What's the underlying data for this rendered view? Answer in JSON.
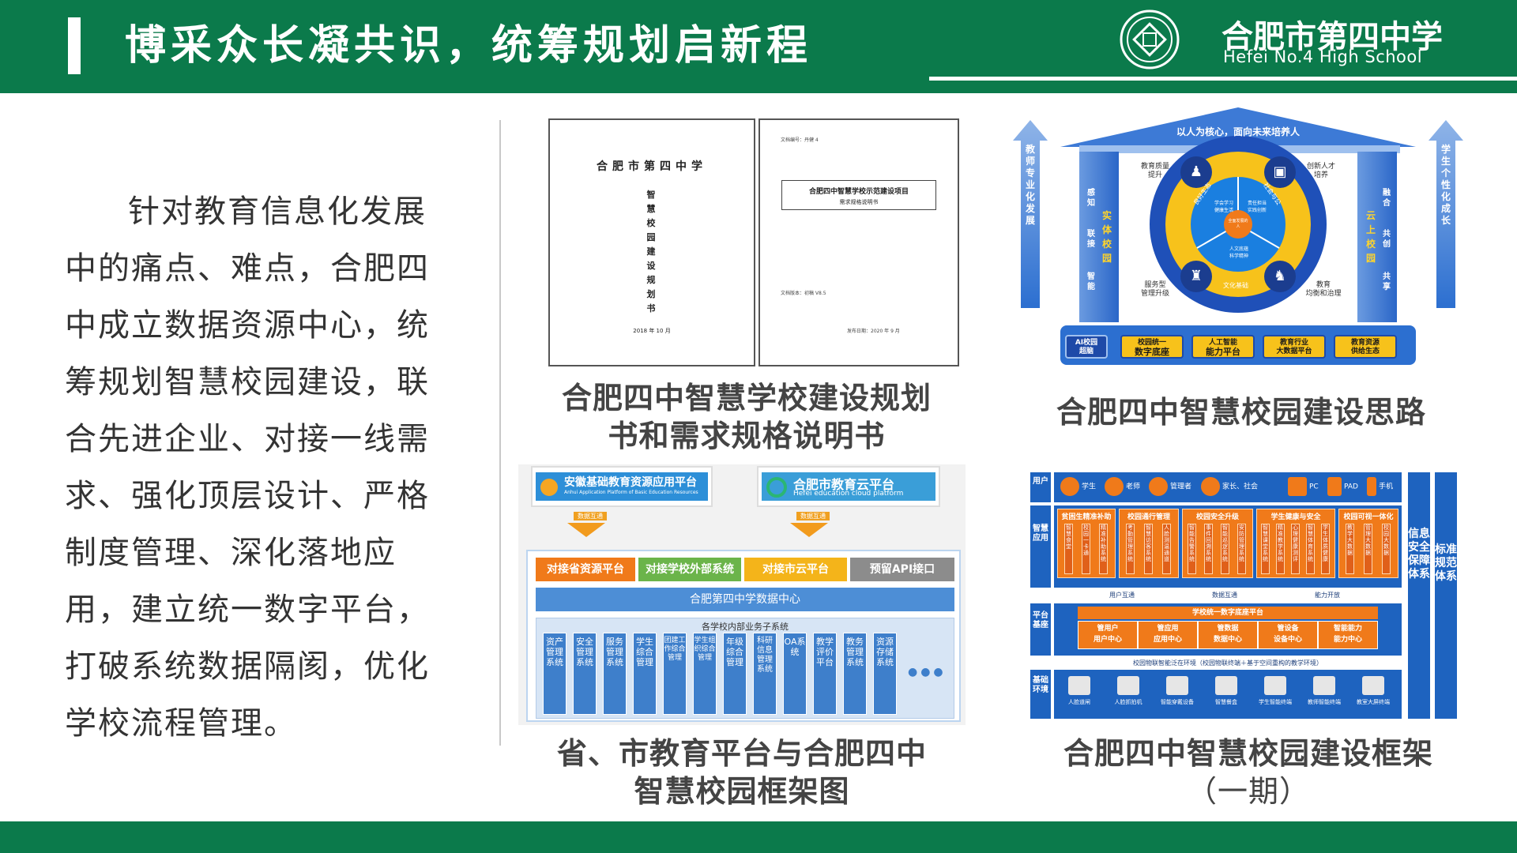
{
  "header": {
    "title": "博采众长凝共识，统筹规划启新程",
    "school_cn": "合肥市第四中学",
    "school_en": "Hefei No.4 High School"
  },
  "intro": "针对教育信息化发展中的痛点、难点，合肥四中成立数据资源中心，统筹规划智慧校园建设，联合先进企业、对接一线需求、强化顶层设计、严格制度管理、深化落地应用，建立统一数字平台，打破系统数据隔阂，优化学校流程管理。",
  "panels": {
    "docs": {
      "caption_line1": "合肥四中智慧学校建设规划",
      "caption_line2": "书和需求规格说明书",
      "doc1_head": "合肥市第四中学",
      "doc1_vertical": "智慧校园建设规划书",
      "doc1_date": "2018 年 10 月",
      "doc2_top": "文档编号：丹健 4",
      "doc2_title": "合肥四中智慧学校示范建设项目",
      "doc2_subtitle": "需求规格说明书",
      "doc2_version": "文档版本：初稿  V8.5",
      "doc2_date": "发布日期：2020 年 9 月"
    },
    "house": {
      "caption": "合肥四中智慧校园建设思路",
      "roof": "以人为核心，面向未来培养人",
      "left_arrow": "教师专业化发展",
      "right_arrow": "学生个性化成长",
      "left_pillar_1": "感知",
      "left_pillar_2": "联接",
      "left_pillar_3": "智能",
      "left_gold": "实体校园",
      "right_pillar_1": "融合",
      "right_pillar_2": "共创",
      "right_pillar_3": "共享",
      "right_gold": "云上校园",
      "corner_tl": "教育质量\n提升",
      "corner_tr": "创新人才\n培养",
      "corner_bl": "服务型\n管理升级",
      "corner_br": "教育\n均衡和治理",
      "ring_left": "良好生态",
      "ring_right": "社会与公",
      "ring_bottom": "文化基础",
      "seg1": "学会学习\n健康生活",
      "seg2": "责任担当\n实践创新",
      "seg3": "人文底蕴\n科学精神",
      "core": "全面发展的人",
      "base_0": "AI校园\n超脑",
      "base_1a": "校园统一",
      "base_1b": "数字底座",
      "base_2a": "人工智能",
      "base_2b": "能力平台",
      "base_3a": "教育行业",
      "base_3b": "大数据平台",
      "base_4a": "教育资源",
      "base_4b": "供给生态"
    },
    "platform": {
      "caption_line1": "省、市教育平台与合肥四中",
      "caption_line2": "智慧校园框架图",
      "logo1_name": "安徽基础教育资源应用平台",
      "logo1_sub": "Anhui Application Platform of Basic Education Resources",
      "logo2_name": "合肥市教育云平台",
      "logo2_sub": "Hefei education cloud platform",
      "tag1": "数据互通",
      "tag2": "数据互通",
      "top1": "对接省资源平台",
      "top2": "对接学校外部系统",
      "top3": "对接市云平台",
      "top4": "预留API接口",
      "center": "合肥第四中学数据中心",
      "inner_label": "各学校内部业务子系统",
      "systems": [
        "资产管理系统",
        "安全管理系统",
        "服务管理系统",
        "学生综合管理",
        "团建工作综合管理",
        "学生组织综合管理",
        "年级综合管理",
        "科研信息管理系统",
        "OA系统",
        "教学评价平台",
        "教务管理系统",
        "资源存储系统"
      ],
      "dots": "●●●"
    },
    "framework": {
      "caption_line1": "合肥四中智慧校园建设框架",
      "caption_line2": "（一期）",
      "side_user": "用户",
      "side_app": "智慧应用",
      "side_platform": "平台基座",
      "side_env": "基础环境",
      "right1": "信息安全保障体系",
      "right2": "标准规范体系",
      "users": [
        "学生",
        "老师",
        "管理者",
        "家长、社会"
      ],
      "devices": [
        "PC",
        "PAD",
        "手机"
      ],
      "apps": [
        {
          "title": "贫困生精准补助",
          "subs": [
            "智慧食堂",
            "校园一卡通",
            "精准补助系统"
          ]
        },
        {
          "title": "校园通行管理",
          "subs": [
            "考勤管理系统",
            "智慧访客系统",
            "人脸测温通道"
          ]
        },
        {
          "title": "校园安全升级",
          "subs": [
            "智能告警系统",
            "事件回溯系统",
            "智能巡逻系统",
            "安防管理系统"
          ]
        },
        {
          "title": "学生健康与安全",
          "subs": [
            "智慧课堂系统",
            "精准教学系统",
            "心理健康测评",
            "智慧体育系统",
            "学生体质健康"
          ]
        },
        {
          "title": "校园可视一体化",
          "subs": [
            "教学大数据",
            "管理大数据",
            "校园大数据"
          ]
        }
      ],
      "line1_a": "用户互通",
      "line1_b": "数据互通",
      "line1_c": "能力开放",
      "platform_title": "学校统一数字底座平台",
      "platform_cells": [
        {
          "a": "管用户",
          "b": "用户中心"
        },
        {
          "a": "管应用",
          "b": "应用中心"
        },
        {
          "a": "管数据",
          "b": "数据中心"
        },
        {
          "a": "管设备",
          "b": "设备中心"
        },
        {
          "a": "智能能力",
          "b": "能力中心"
        }
      ],
      "env_title": "校园物联智能泛在环境（校园物联终端＋基于空间重构的教学环境）",
      "env_devices": [
        "人脸道闸",
        "人脸抓拍机",
        "智能穿戴设备",
        "智慧餐盒",
        "学生智能终端",
        "教师智能终端",
        "教室大屏终端"
      ]
    }
  },
  "colors": {
    "brand_green": "#0b7a4b",
    "diagram_blue": "#1e63bf",
    "accent_orange": "#f07a1a",
    "accent_gold": "#f7c21b"
  }
}
